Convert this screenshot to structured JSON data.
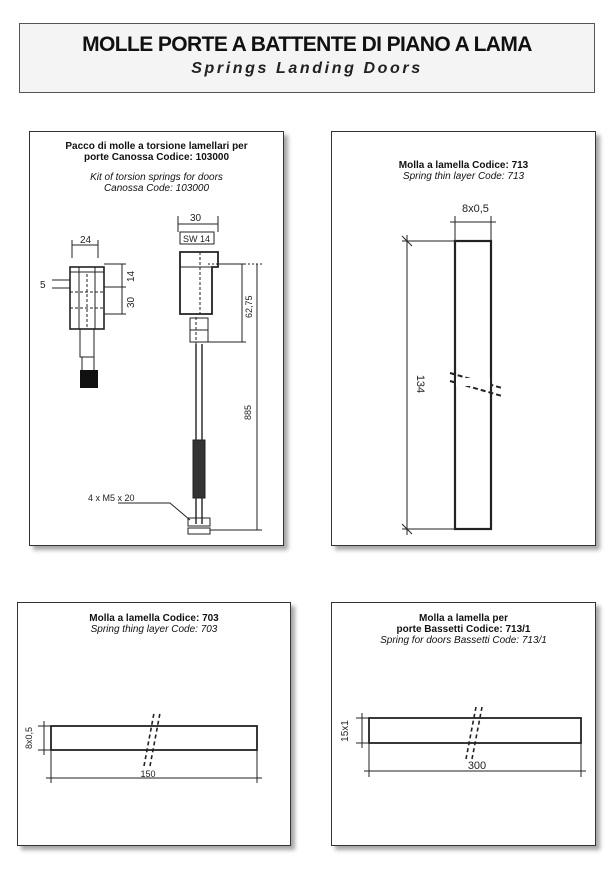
{
  "header": {
    "title": "MOLLE PORTE A BATTENTE DI PIANO A LAMA",
    "subtitle": "Springs Landing Doors"
  },
  "panel1": {
    "title_line1": "Pacco di molle a torsione lamellari per",
    "title_line2": "porte Canossa Codice: 103000",
    "en_line1": "Kit of torsion springs for doors",
    "en_line2": "Canossa Code: 103000",
    "dims": {
      "d24": "24",
      "d5": "5",
      "d14": "14",
      "d30v": "30",
      "d30": "30",
      "sw": "SW 14",
      "d6275": "62,75",
      "d885": "885",
      "screw": "4 x M5 x 20"
    }
  },
  "panel2": {
    "title": "Molla a lamella Codice: 713",
    "en": "Spring thin layer Code: 713",
    "dims": {
      "section": "8x0,5",
      "length": "134"
    }
  },
  "panel3": {
    "title": "Molla a lamella Codice: 703",
    "en": "Spring thing layer Code: 703",
    "dims": {
      "section": "8x0,5",
      "length": "150"
    }
  },
  "panel4": {
    "title_line1": "Molla a lamella per",
    "title_line2": "porte Bassetti Codice: 713/1",
    "en": "Spring for doors Bassetti Code: 713/1",
    "dims": {
      "section": "15x1",
      "length": "300"
    }
  }
}
